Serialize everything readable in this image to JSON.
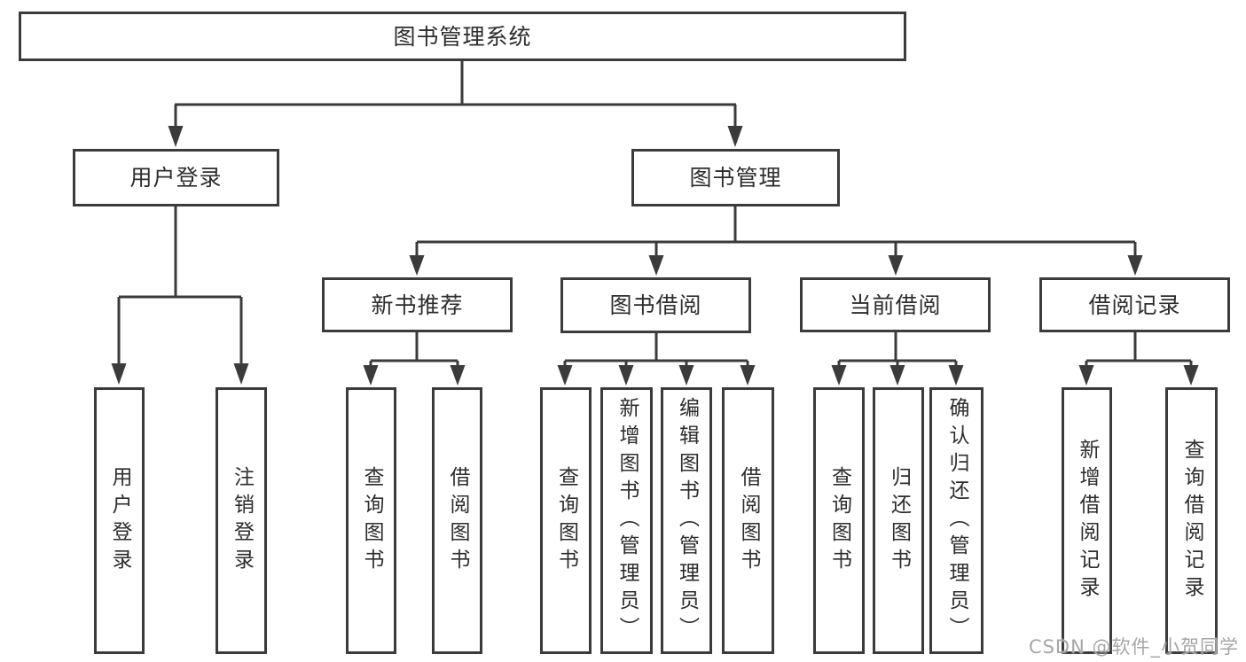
{
  "tree": {
    "label": "图书管理系统",
    "children": [
      {
        "label": "用户登录",
        "children": [
          {
            "label": "用户登录"
          },
          {
            "label": "注销登录"
          }
        ]
      },
      {
        "label": "图书管理",
        "children": [
          {
            "label": "新书推荐",
            "children": [
              {
                "label": "查询图书"
              },
              {
                "label": "借阅图书"
              }
            ]
          },
          {
            "label": "图书借阅",
            "children": [
              {
                "label": "查询图书"
              },
              {
                "label": "新增图书（管理员）"
              },
              {
                "label": "编辑图书（管理员）"
              },
              {
                "label": "借阅图书"
              }
            ]
          },
          {
            "label": "当前借阅",
            "children": [
              {
                "label": "查询图书"
              },
              {
                "label": "归还图书"
              },
              {
                "label": "确认归还（管理员）"
              }
            ]
          },
          {
            "label": "借阅记录",
            "children": [
              {
                "label": "新增借阅记录"
              },
              {
                "label": "查询借阅记录"
              }
            ]
          }
        ]
      }
    ]
  },
  "watermark": {
    "text": "CSDN @软件_小贺同学"
  },
  "colors": {
    "line": "#3b3b3b",
    "box_border": "#3b3b3b",
    "text": "#2d2d2d",
    "watermark": "#a6a6a6",
    "background": "#ffffff"
  }
}
